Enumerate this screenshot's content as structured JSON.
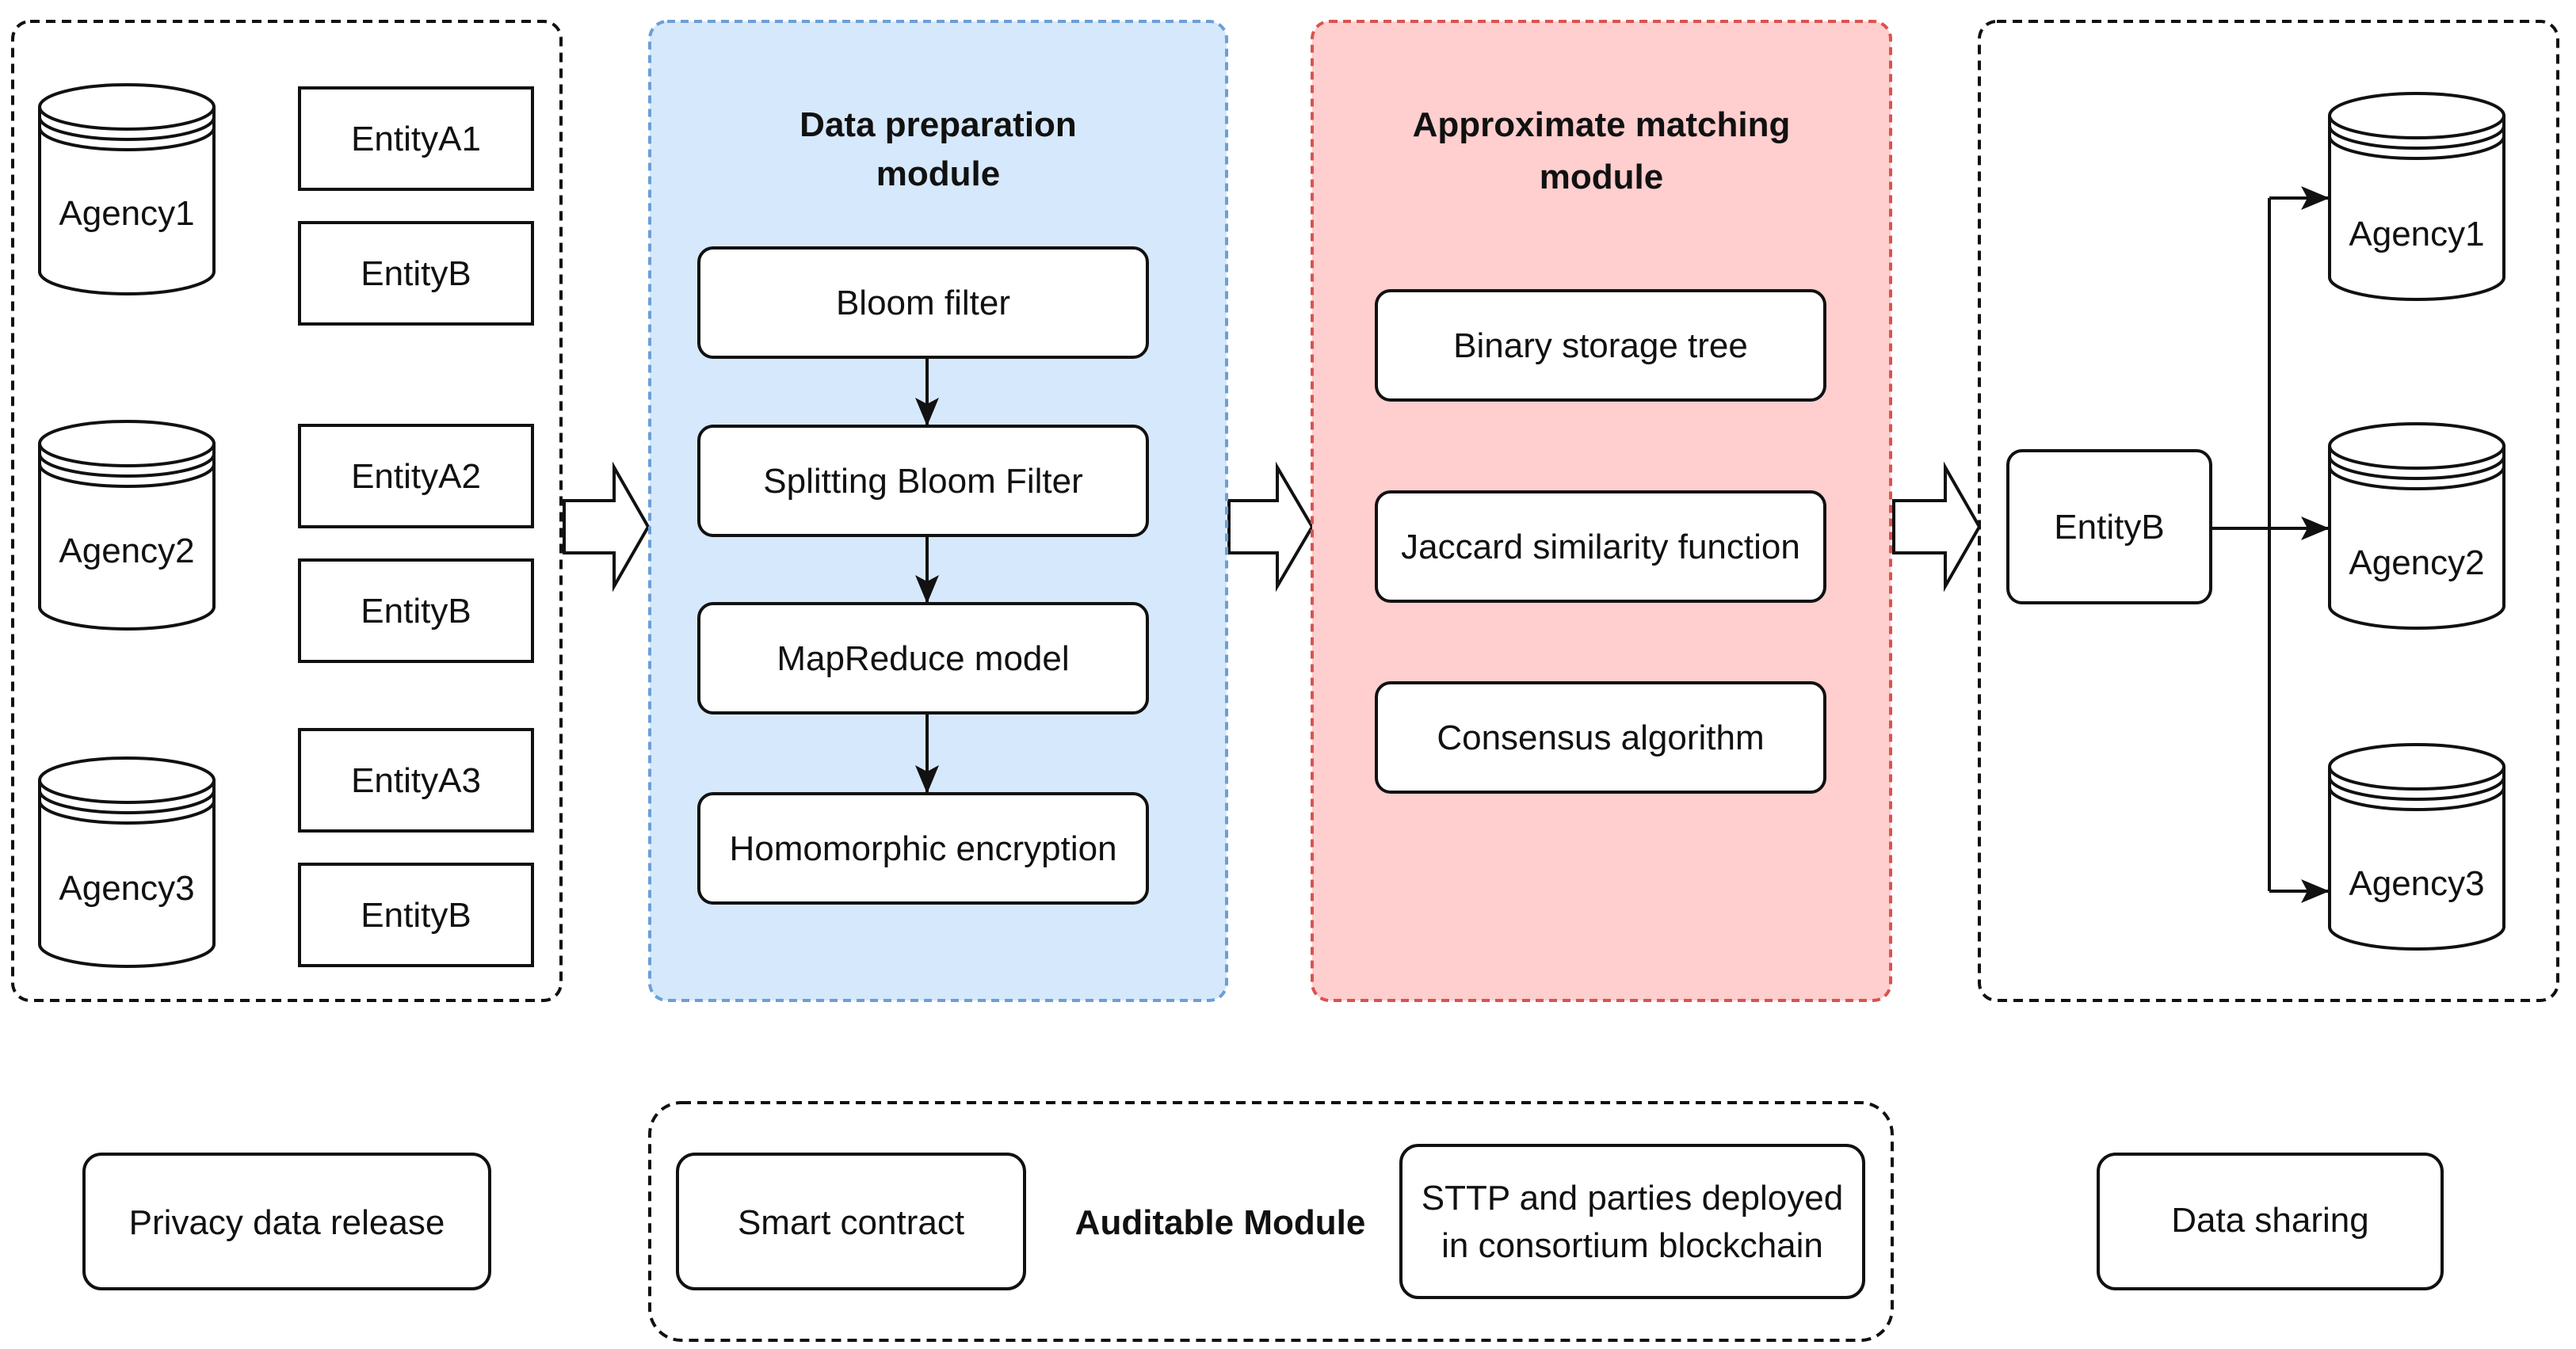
{
  "colors": {
    "prep_fill": "#d6e8fb",
    "prep_border": "#6b9fd6",
    "match_fill": "#ffcece",
    "match_border": "#d9534f"
  },
  "privacy_release": {
    "agencies": [
      "Agency1",
      "Agency2",
      "Agency3"
    ],
    "entities": [
      "EntityA1",
      "EntityB",
      "EntityA2",
      "EntityB",
      "EntityA3",
      "EntityB"
    ]
  },
  "data_preparation": {
    "title_line1": "Data preparation",
    "title_line2": "module",
    "steps": [
      "Bloom filter",
      "Splitting Bloom Filter",
      "MapReduce model",
      "Homomorphic encryption"
    ]
  },
  "approximate_matching": {
    "title_line1": "Approximate matching",
    "title_line2": "module",
    "items": [
      "Binary storage tree",
      "Jaccard similarity function",
      "Consensus algorithm"
    ]
  },
  "sharing": {
    "entity": "EntityB",
    "agencies": [
      "Agency1",
      "Agency2",
      "Agency3"
    ]
  },
  "bottom": {
    "privacy_label": "Privacy data release",
    "smart_contract": "Smart contract",
    "auditable_label": "Auditable Module",
    "sttp_line1": "STTP and parties  deployed",
    "sttp_line2": "in consortium blockchain",
    "data_sharing": "Data sharing"
  }
}
